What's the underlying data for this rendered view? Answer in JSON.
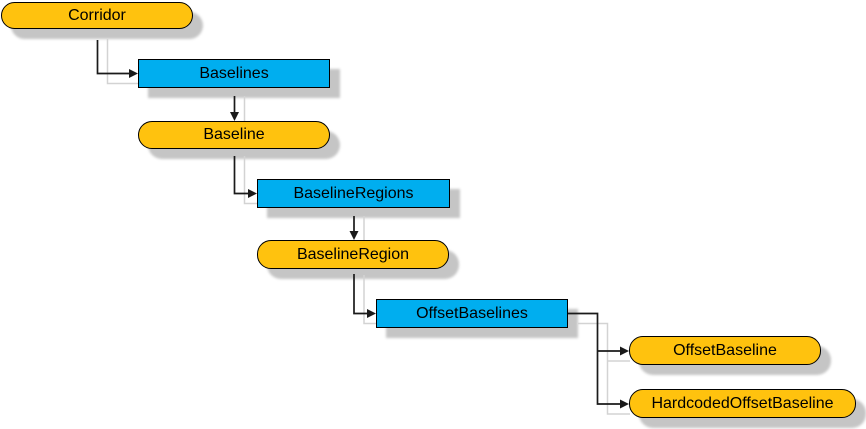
{
  "diagram": {
    "nodes": [
      {
        "id": "corridor",
        "label": "Corridor",
        "shape": "rounded",
        "fill": "#FFC20E"
      },
      {
        "id": "baselines",
        "label": "Baselines",
        "shape": "rectangle",
        "fill": "#00AEEF"
      },
      {
        "id": "baseline",
        "label": "Baseline",
        "shape": "rounded",
        "fill": "#FFC20E"
      },
      {
        "id": "baseline-regions",
        "label": "BaselineRegions",
        "shape": "rectangle",
        "fill": "#00AEEF"
      },
      {
        "id": "baseline-region",
        "label": "BaselineRegion",
        "shape": "rounded",
        "fill": "#FFC20E"
      },
      {
        "id": "offset-baselines",
        "label": "OffsetBaselines",
        "shape": "rectangle",
        "fill": "#00AEEF"
      },
      {
        "id": "offset-baseline",
        "label": "OffsetBaseline",
        "shape": "rounded",
        "fill": "#FFC20E"
      },
      {
        "id": "hardcoded-offset-baseline",
        "label": "HardcodedOffsetBaseline",
        "shape": "rounded",
        "fill": "#FFC20E"
      }
    ],
    "edges": [
      {
        "from": "Corridor",
        "to": "Baselines"
      },
      {
        "from": "Baselines",
        "to": "Baseline"
      },
      {
        "from": "Baseline",
        "to": "BaselineRegions"
      },
      {
        "from": "BaselineRegions",
        "to": "BaselineRegion"
      },
      {
        "from": "BaselineRegion",
        "to": "OffsetBaselines"
      },
      {
        "from": "OffsetBaselines",
        "to": "OffsetBaseline"
      },
      {
        "from": "OffsetBaselines",
        "to": "HardcodedOffsetBaseline"
      }
    ],
    "colors": {
      "rounded_fill": "#FFC20E",
      "rectangle_fill": "#00AEEF",
      "border": "#000000",
      "text": "#000000",
      "connector": "#1a1a1a",
      "connector_shadow": "#d3d3d3",
      "node_shadow": "#c5c5c5",
      "background": "#ffffff"
    }
  }
}
